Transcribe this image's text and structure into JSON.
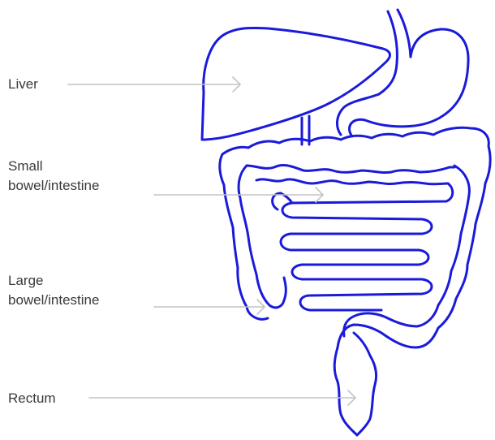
{
  "labels": {
    "liver": "Liver",
    "small_line1": "Small",
    "small_line2": "bowel/intestine",
    "large_line1": "Large",
    "large_line2": "bowel/intestine",
    "rectum": "Rectum"
  },
  "colors": {
    "organ_outline": "#1a1adb",
    "pointer_line": "#c4c4c4",
    "label_text": "#3a3a3a"
  }
}
